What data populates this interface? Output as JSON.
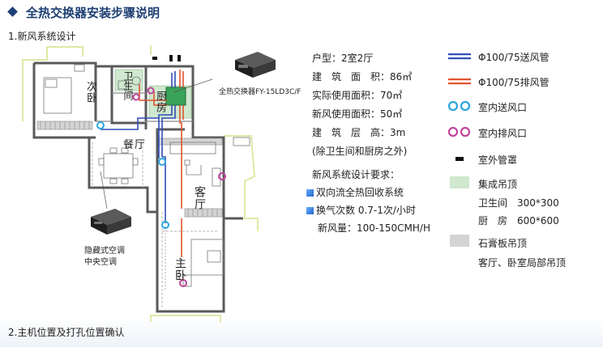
{
  "title": "全热交换器安装步骤说明",
  "section1": "1.新风系统设计",
  "section2": "2.主机位置及打孔位置确认",
  "rooms": {
    "secondary_bedroom": "次卧",
    "bathroom": "卫生间",
    "kitchen": "厨房",
    "dining": "餐厅",
    "living": "客厅",
    "master_bedroom": "主卧"
  },
  "device_label": "全热交换器FY-15LD3C/F",
  "hidden_ac_label_1": "隐藏式空调",
  "hidden_ac_label_2": "中央空调",
  "specs": [
    "户型：2室2厅",
    "建　筑　面　积：86㎡",
    "实际使用面积：70㎡",
    "新风使用面积：50㎡",
    "建　筑　层　高：3m",
    "(除卫生间和厨房之外)"
  ],
  "requirements_title": "新风系统设计要求：",
  "requirements": [
    "双向流全热回收系统",
    "换气次数 0.7-1次/小时"
  ],
  "airflow": "新风量：100-150CMH/H",
  "legend": {
    "supply_pipe": "Φ100/75送风管",
    "exhaust_pipe": "Φ100/75排风管",
    "supply_outlet": "室内送风口",
    "exhaust_outlet": "室内排风口",
    "outdoor_hood": "室外管罩",
    "integrated_ceiling": "集成吊顶",
    "bathroom_size": "卫生间　300*300",
    "kitchen_size": "厨　房　600*600",
    "gypsum_ceiling": "石膏板吊顶",
    "gypsum_scope": "客厅、卧室局部吊顶"
  },
  "colors": {
    "title": "#1e3f73",
    "supply": "#2f4fb8",
    "exhaust": "#e0532f",
    "supply_outlet": "#2aa6e0",
    "exhaust_outlet": "#c2459c",
    "integrated_ceiling": "#cfe8cf",
    "gypsum_ceiling": "#d4d4d4"
  }
}
